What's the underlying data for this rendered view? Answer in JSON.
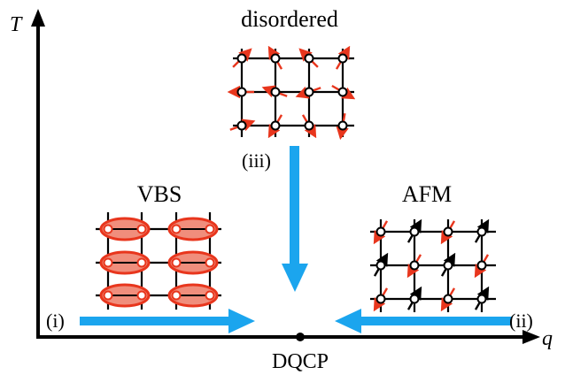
{
  "axes": {
    "y_label": "T",
    "x_label": "q"
  },
  "point_label": "DQCP",
  "phases": {
    "disordered": {
      "title": "disordered",
      "route_label": "(iii)"
    },
    "vbs": {
      "title": "VBS",
      "route_label": "(i)"
    },
    "afm": {
      "title": "AFM",
      "route_label": "(ii)"
    }
  },
  "colors": {
    "arrow": "#1ba5ee",
    "spin": "#e8361d",
    "dimer_fill": "#f08e7c"
  }
}
